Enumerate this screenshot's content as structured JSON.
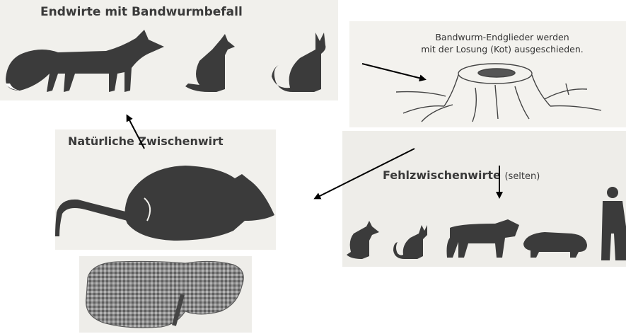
{
  "definitive_hosts": {
    "title": "Endwirte mit Bandwurmbefall",
    "animals": [
      "fox-icon",
      "dog-icon",
      "cat-icon"
    ]
  },
  "excretion": {
    "caption_line1": "Bandwurm-Endglieder werden",
    "caption_line2": "mit der Losung (Kot) ausgeschieden.",
    "icon": "tree-stump-droppings-icon"
  },
  "natural_intermediate": {
    "title": "Natürliche Zwischenwirt",
    "icon": "vole-icon",
    "organ_icon": "infected-liver-icon"
  },
  "aberrant_hosts": {
    "title": "Fehlzwischenwirte",
    "note": "(selten)",
    "animals": [
      "dog-icon",
      "cat-icon",
      "cow-icon",
      "pig-icon",
      "human-icon"
    ]
  },
  "colors": {
    "panel": "#f1f0ec",
    "silhouette": "#3b3b3b",
    "arrow": "#000000"
  }
}
